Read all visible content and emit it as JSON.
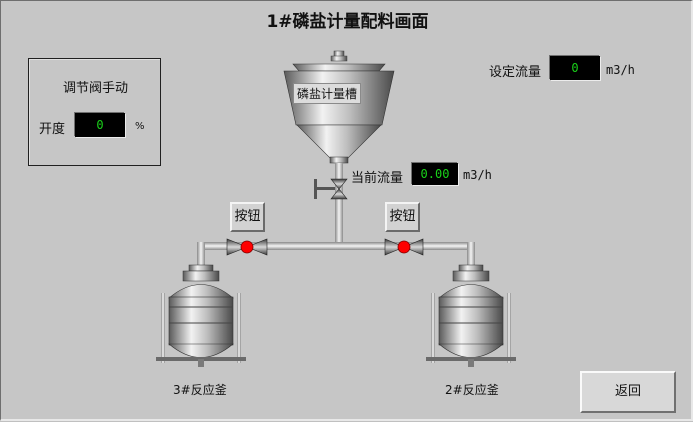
{
  "title": "1#磷盐计量配料画面",
  "manual_panel": {
    "title": "调节阀手动",
    "opening_label": "开度",
    "opening_value": "0",
    "opening_unit": "%"
  },
  "setpoint": {
    "label": "设定流量",
    "value": "0",
    "unit": "m3/h"
  },
  "current_flow": {
    "label": "当前流量",
    "value": "0.00",
    "unit": "m3/h"
  },
  "hopper": {
    "label": "磷盐计量槽"
  },
  "buttons": {
    "left_label": "按钮",
    "right_label": "按钮",
    "return_label": "返回"
  },
  "tanks": {
    "left_label": "3#反应釜",
    "right_label": "2#反应釜"
  },
  "colors": {
    "lcd_text": "#19d219",
    "valve_indicator": "#ff0000",
    "background": "#c6c6c6"
  }
}
